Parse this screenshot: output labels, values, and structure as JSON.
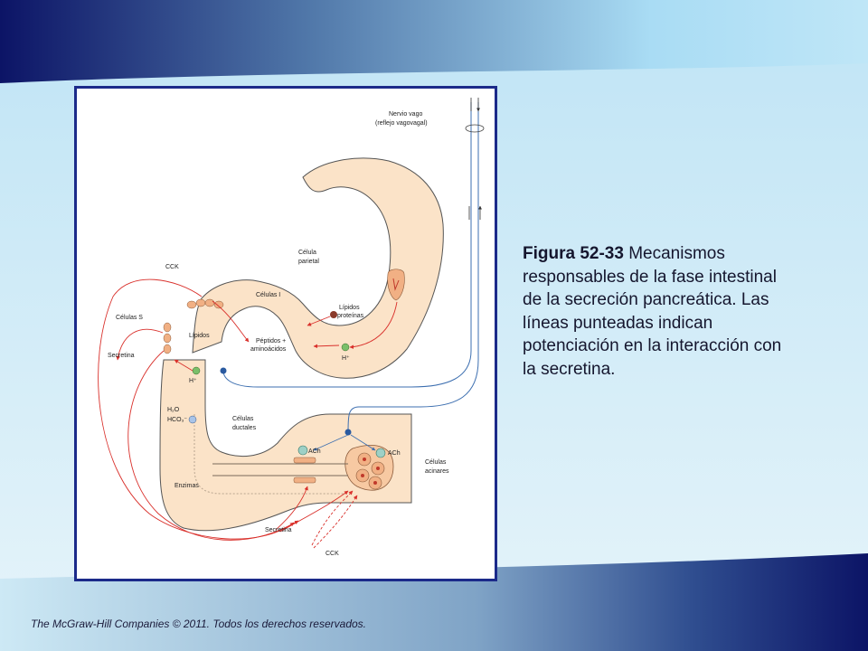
{
  "slide": {
    "caption_title": "Figura 52-33",
    "caption_text": " Mecanismos responsables de la fase intestinal de la secreción pancreática. Las líneas punteadas indican potenciación en la interacción con la secretina.",
    "footer": "The McGraw-Hill Companies © 2011. Todos los derechos reservados.",
    "colors": {
      "header_dark": "#0c1466",
      "header_light": "#a9dcf4",
      "frame_border": "#1b2a8a",
      "organ_fill": "#fbe3c8",
      "arrow_red": "#d9302b",
      "nerve_blue": "#3d6fb0"
    }
  },
  "diagram": {
    "labels": {
      "nervio_vago": "Nervio vago",
      "reflejo": "(reflejo vagovagal)",
      "celula": "Célula",
      "parietal": "parietal",
      "cck_top": "CCK",
      "celulas_i": "Células I",
      "celulas_s": "Células S",
      "lipidos_proteinas_1": "Lípidos",
      "lipidos_proteinas_2": "proteínas",
      "lipidos": "Lípidos",
      "peptidos_1": "Péptidos +",
      "peptidos_2": "aminoácidos",
      "secretina_left": "Secretina",
      "h_plus_stomach": "H⁺",
      "h_plus_duodenum": "H⁺",
      "h2o": "H₂O",
      "hco3": "HCO₃⁻",
      "celulas_ductales_1": "Células",
      "celulas_ductales_2": "ductales",
      "ach_1": "ACh",
      "ach_2": "ACh",
      "celulas_acinares_1": "Células",
      "celulas_acinares_2": "acinares",
      "enzimas": "Enzimas",
      "secretina_bottom": "Secretina",
      "cck_bottom": "CCK"
    }
  }
}
